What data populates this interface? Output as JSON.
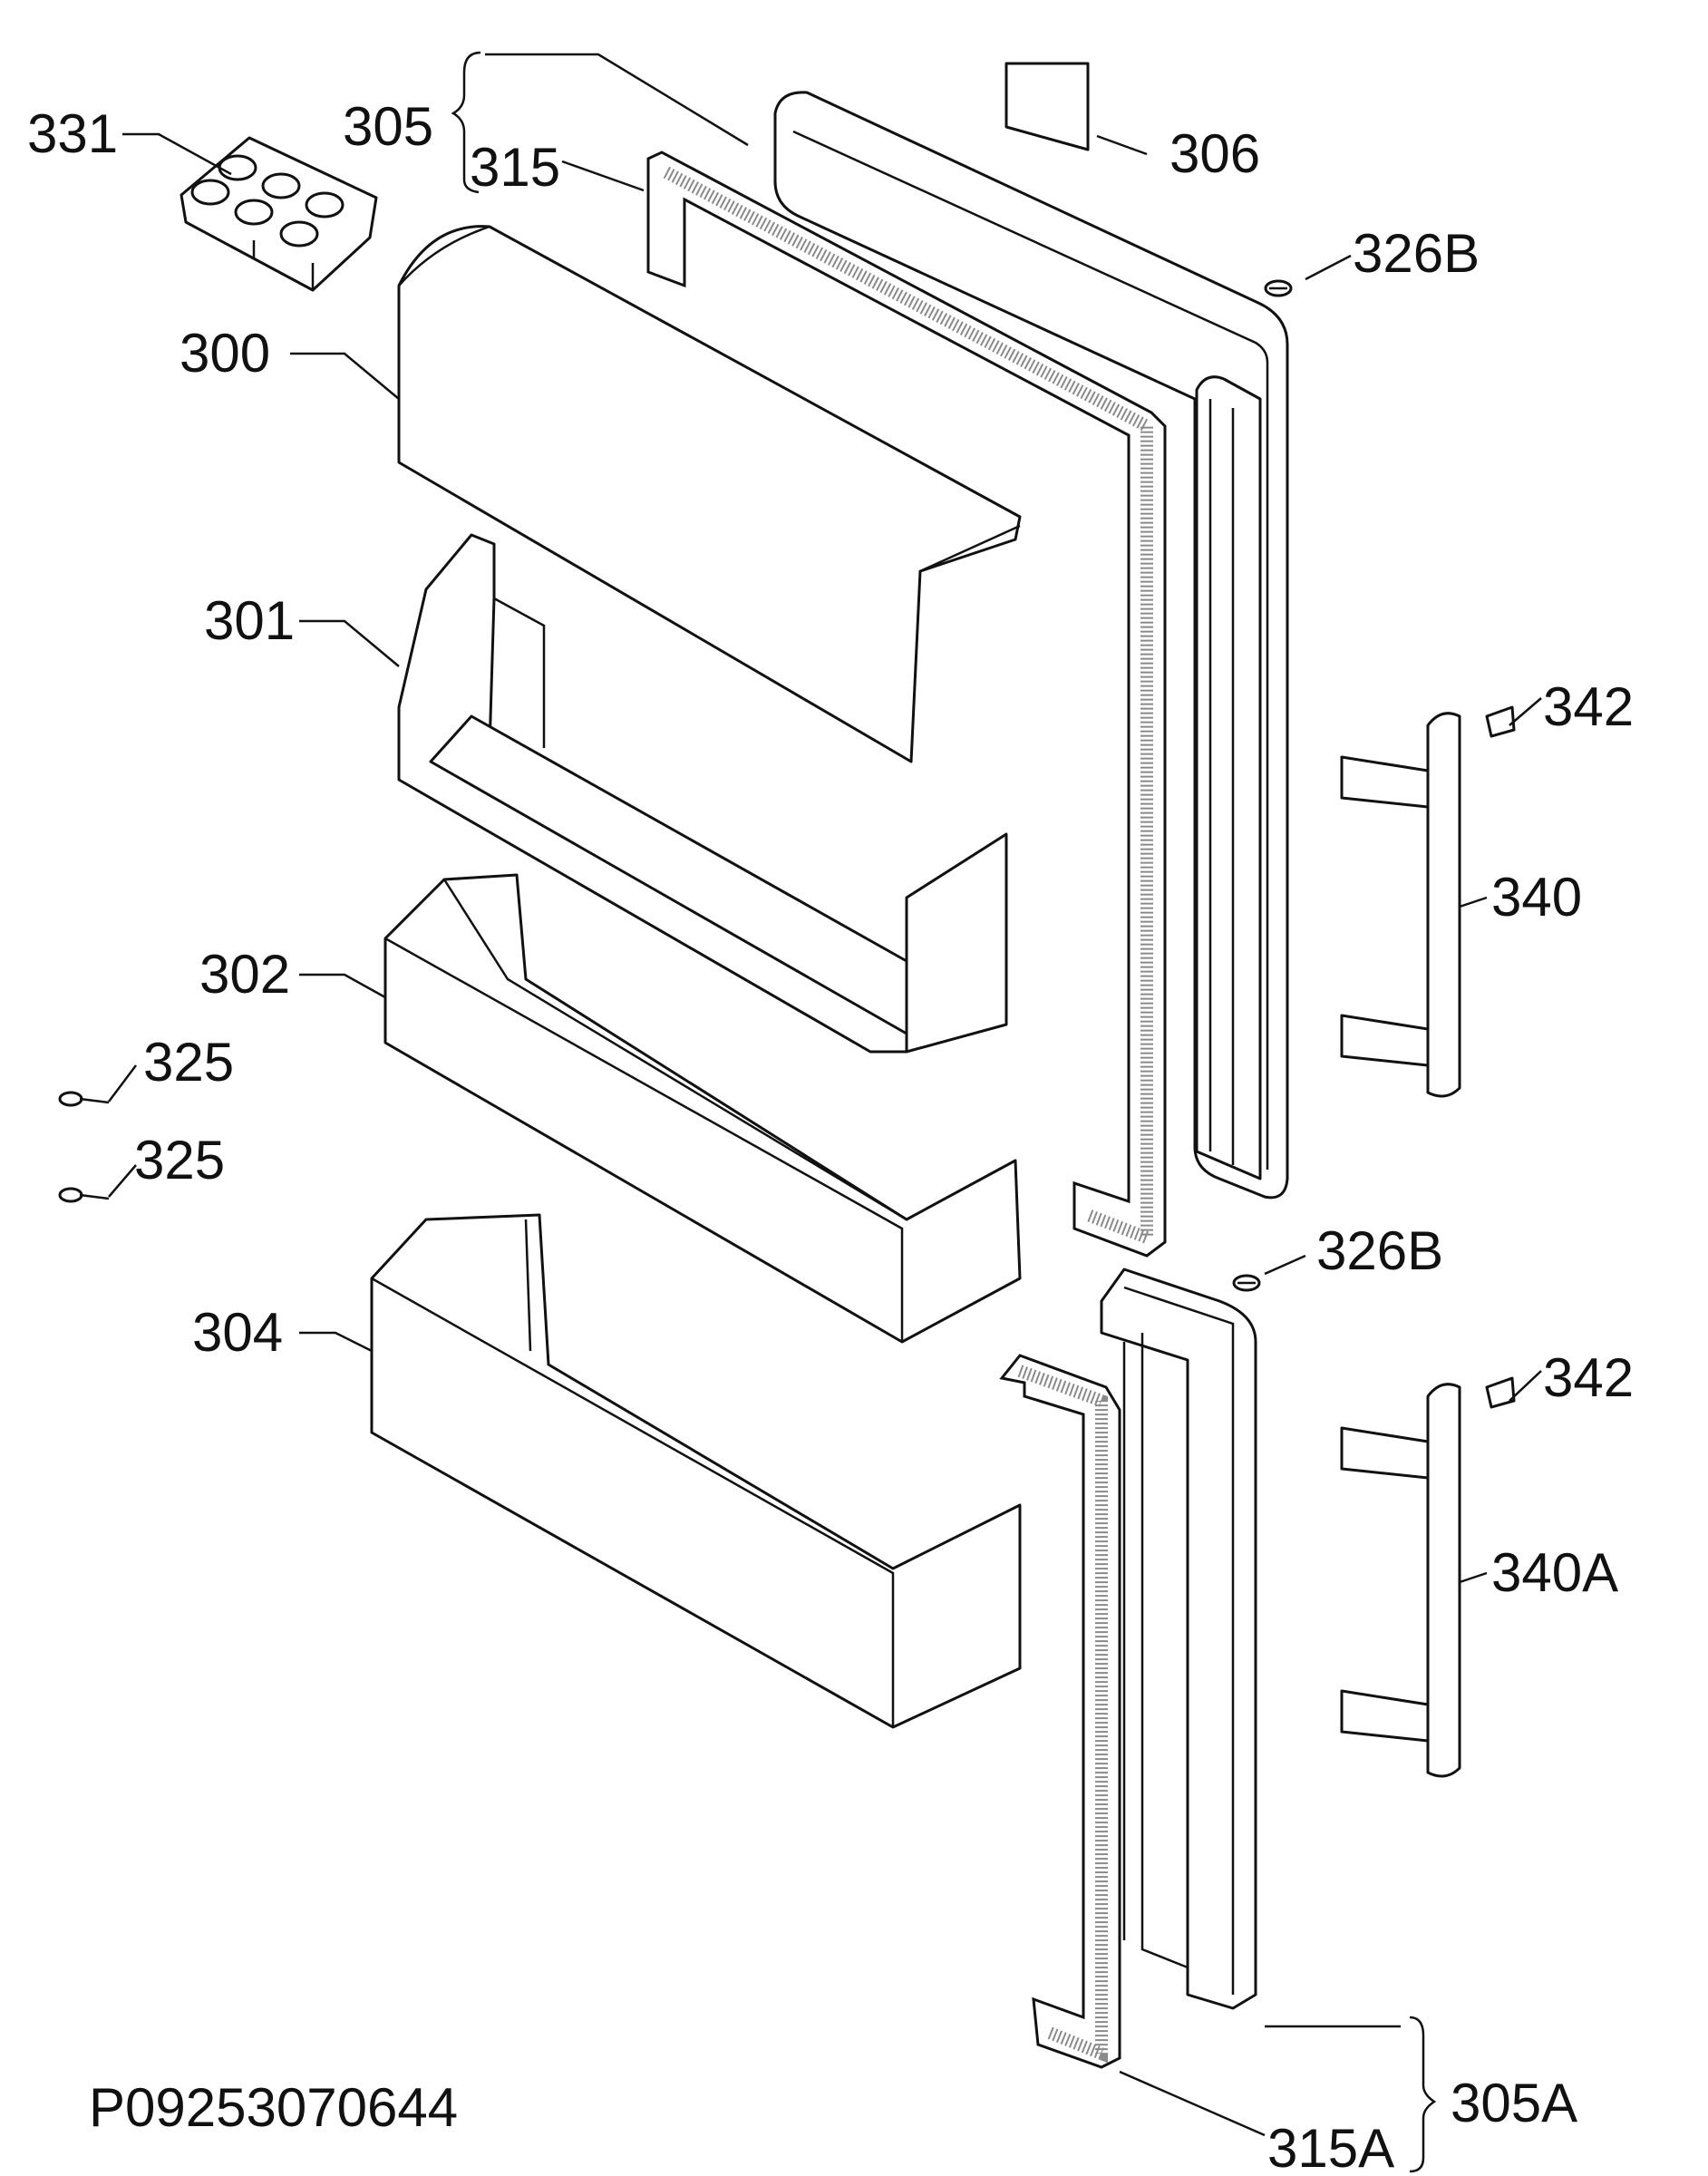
{
  "diagram": {
    "labels": {
      "l331": "331",
      "l305": "305",
      "l315": "315",
      "l306": "306",
      "l326B_top": "326B",
      "l300": "300",
      "l301": "301",
      "l342_top": "342",
      "l340": "340",
      "l302": "302",
      "l325_a": "325",
      "l325_b": "325",
      "l326B_mid": "326B",
      "l304": "304",
      "l342_bottom": "342",
      "l340A": "340A",
      "l305A": "305A",
      "l315A": "315A"
    },
    "drawing_code": "P09253070644"
  }
}
